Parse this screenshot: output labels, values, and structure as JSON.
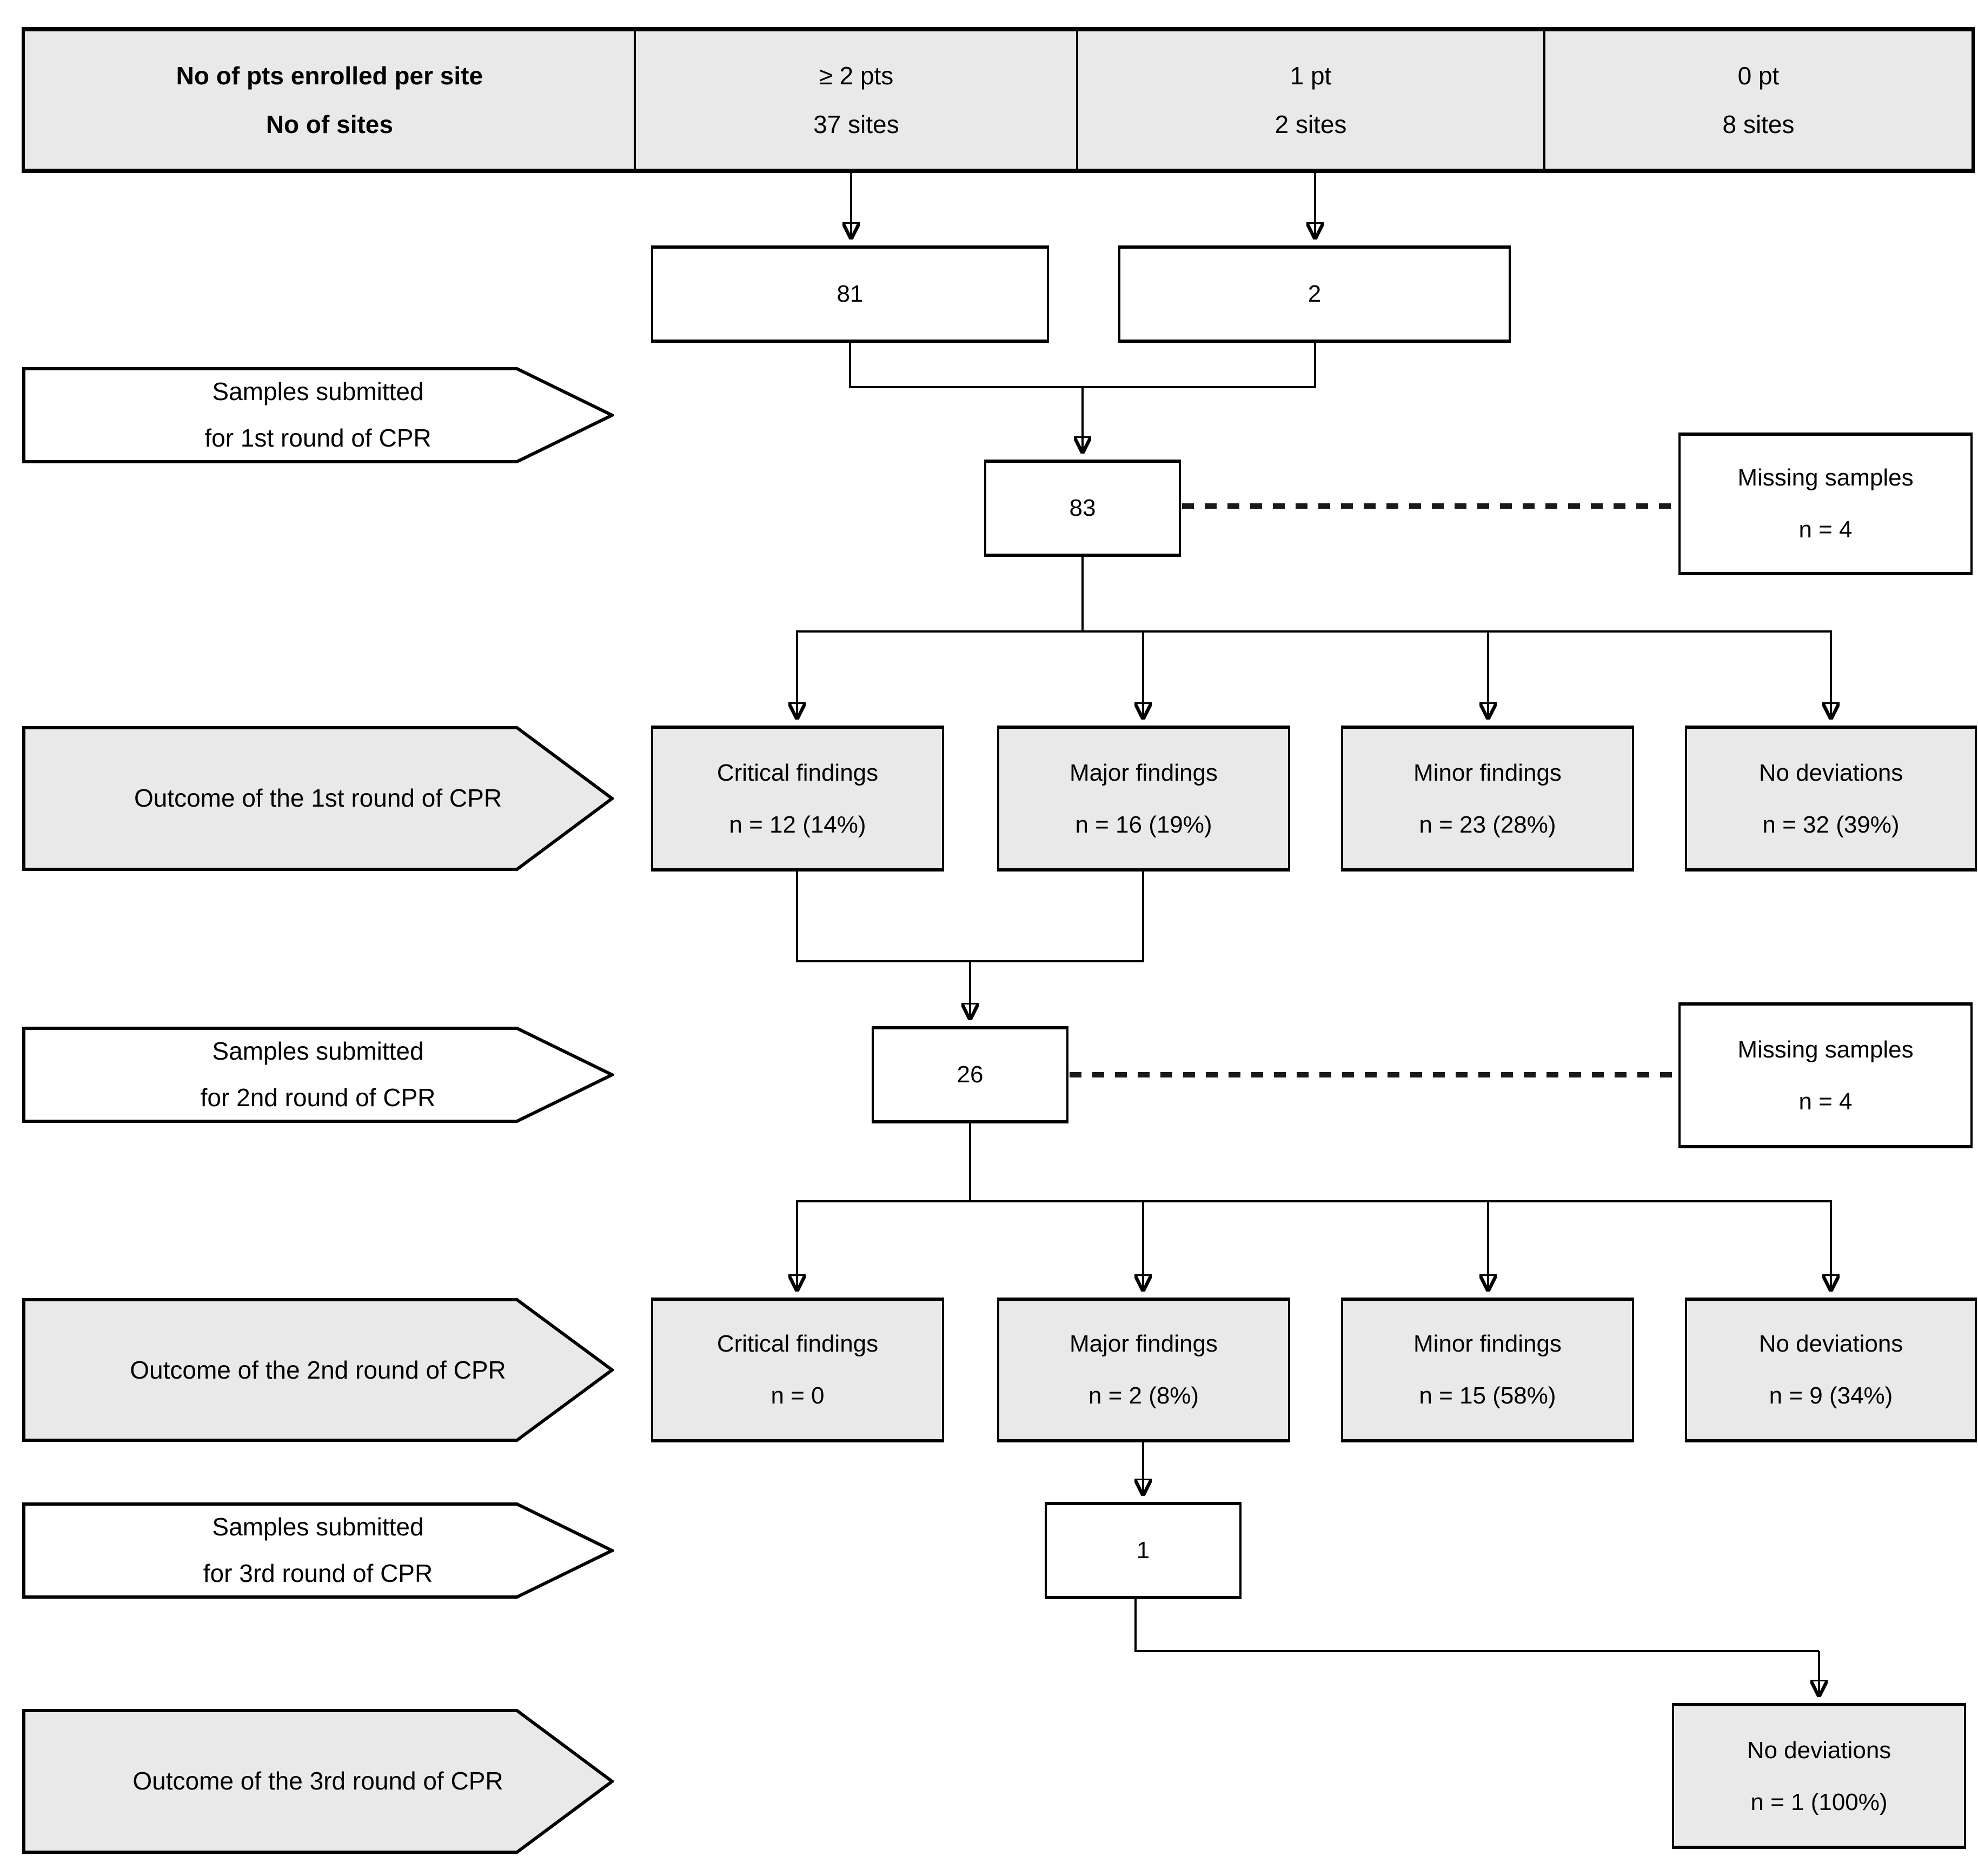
{
  "colors": {
    "banner_gray": "#e9e9e9",
    "box_gray": "#e9e9e9",
    "box_white": "#ffffff",
    "line_black": "#000000",
    "background": "#ffffff"
  },
  "header": {
    "rowTitle": [
      "No of pts enrolled per site",
      "No of sites"
    ],
    "columns": [
      {
        "pts": "≥ 2 pts",
        "sites": "37 sites"
      },
      {
        "pts": "1 pt",
        "sites": "2 sites"
      },
      {
        "pts": "0 pt",
        "sites": "8 sites"
      }
    ]
  },
  "enrolled": {
    "ge2pts": "81",
    "onept": "2"
  },
  "stages": {
    "submit1": {
      "line1": "Samples submitted",
      "line2": "for 1st round of CPR",
      "count": "83"
    },
    "missing1": {
      "line1": "Missing samples",
      "line2": "n = 4"
    },
    "outcome1": {
      "label": "Outcome of the 1st round of CPR",
      "boxes": [
        {
          "line1": "Critical findings",
          "line2": "n = 12 (14%)"
        },
        {
          "line1": "Major findings",
          "line2": "n = 16 (19%)"
        },
        {
          "line1": "Minor findings",
          "line2": "n = 23 (28%)"
        },
        {
          "line1": "No deviations",
          "line2": "n = 32 (39%)"
        }
      ]
    },
    "submit2": {
      "line1": "Samples submitted",
      "line2": "for 2nd round of CPR",
      "count": "26"
    },
    "missing2": {
      "line1": "Missing samples",
      "line2": "n = 4"
    },
    "outcome2": {
      "label": "Outcome of the 2nd round of CPR",
      "boxes": [
        {
          "line1": "Critical findings",
          "line2": "n = 0"
        },
        {
          "line1": "Major findings",
          "line2": "n = 2 (8%)"
        },
        {
          "line1": "Minor findings",
          "line2": "n = 15 (58%)"
        },
        {
          "line1": "No deviations",
          "line2": "n = 9 (34%)"
        }
      ]
    },
    "submit3": {
      "line1": "Samples submitted",
      "line2": "for 3rd round of CPR",
      "count": "1"
    },
    "outcome3": {
      "label": "Outcome of the 3rd round of CPR",
      "box": {
        "line1": "No deviations",
        "line2": "n = 1 (100%)"
      }
    }
  }
}
